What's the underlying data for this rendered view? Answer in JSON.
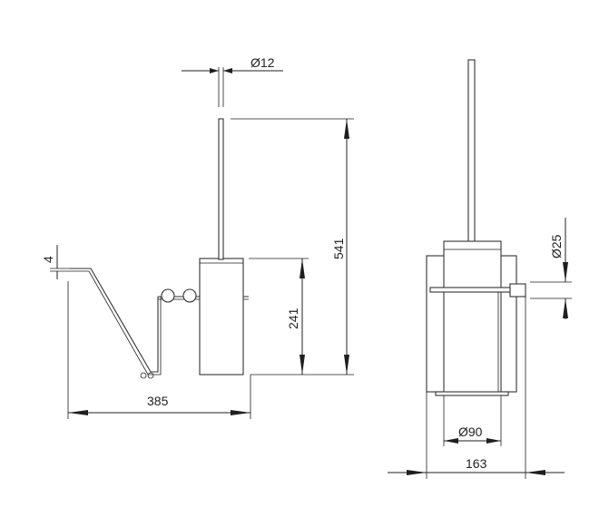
{
  "dimensions": {
    "rod_diameter": "Ø12",
    "bracket_thickness": "4",
    "total_height": "541",
    "container_height": "241",
    "total_depth": "385",
    "holder_diameter": "Ø25",
    "brush_head_diameter": "Ø90",
    "total_width": "163"
  },
  "colors": {
    "line": "#1f1f1f",
    "part": "#333333",
    "background": "#ffffff"
  }
}
